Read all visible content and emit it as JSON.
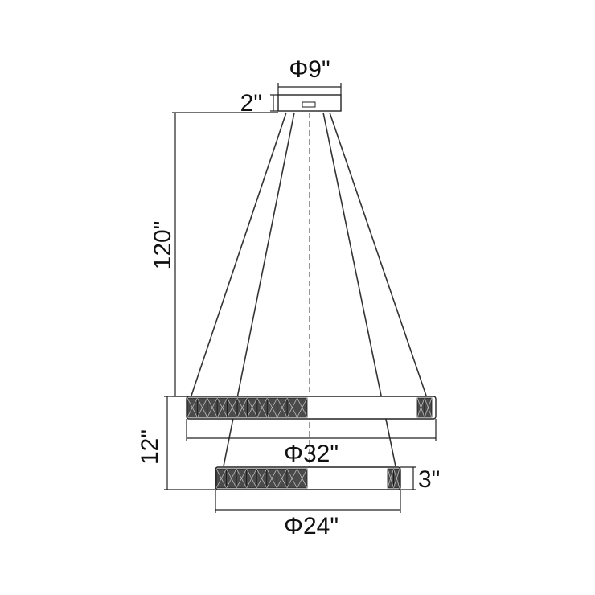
{
  "labels": {
    "canopy_diameter": "Φ9\"",
    "canopy_height": "2\"",
    "cable_length": "120\"",
    "ring_spacing": "12\"",
    "upper_ring_diameter": "Φ32\"",
    "lower_ring_diameter": "Φ24\"",
    "ring_height": "3\""
  }
}
